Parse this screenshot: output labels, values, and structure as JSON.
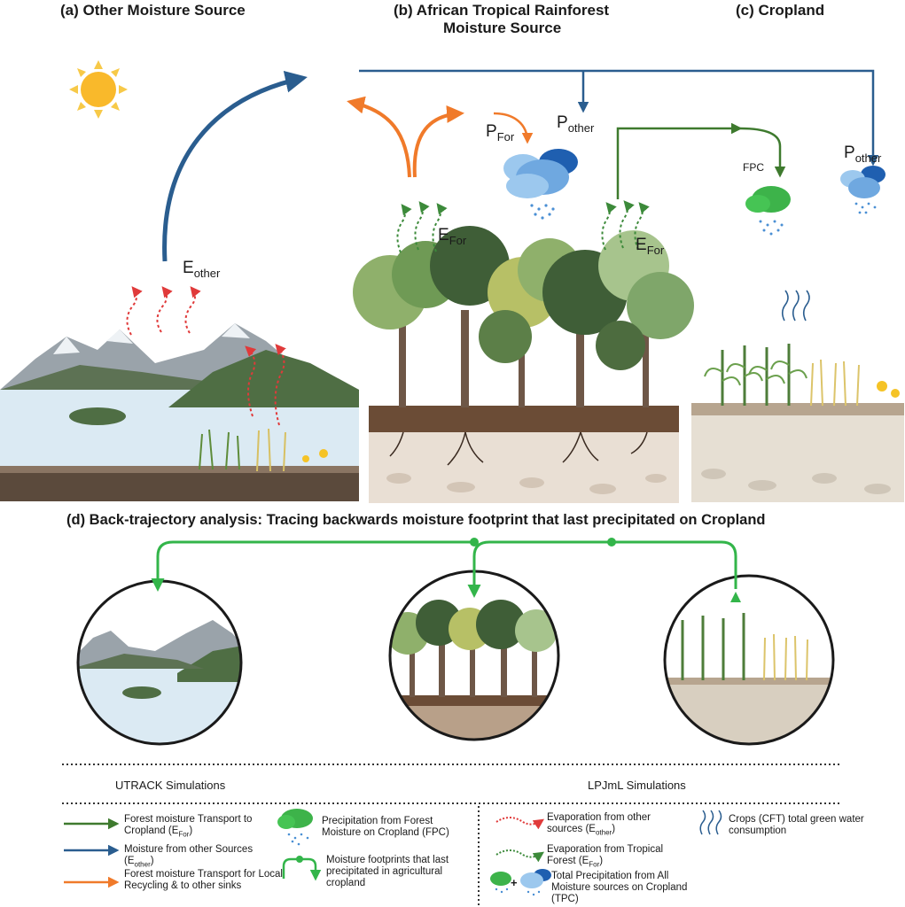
{
  "panels": {
    "a_title": "(a) Other Moisture Source",
    "b_title_line1": "(b)  African Tropical Rainforest",
    "b_title_line2": "Moisture Source",
    "c_title": "(c)  Cropland",
    "d_title": "(d) Back-trajectory analysis: Tracing backwards moisture footprint that last precipitated on Cropland"
  },
  "labels": {
    "e_other": {
      "main": "E",
      "sub": "other"
    },
    "p_for": {
      "main": "P",
      "sub": "For"
    },
    "p_other_b": {
      "main": "P",
      "sub": "other"
    },
    "e_for_left": {
      "main": "E",
      "sub": "For"
    },
    "e_for_right": {
      "main": "E",
      "sub": "For"
    },
    "fpc": "FPC",
    "p_other_c": {
      "main": "P",
      "sub": "other"
    }
  },
  "simulations": {
    "utrack": "UTRACK  Simulations",
    "lpjml": "LPJmL  Simulations"
  },
  "legend": {
    "forest_transport": {
      "text": "Forest  moisture Transport to Cropland (E",
      "sub": "For",
      "end": ")"
    },
    "other_sources": {
      "text": "Moisture from other Sources (E",
      "sub": "other",
      "end": ")"
    },
    "local_recycling": "Forest  moisture Transport for Local Recycling & to other sinks",
    "fpc_precip": "Precipitation from Forest Moisture on Cropland (FPC)",
    "footprints": "Moisture footprints that last precipitated in agricultural cropland",
    "evap_other": {
      "text": "Evaporation from other sources (E",
      "sub": "other",
      "end": ")"
    },
    "evap_forest": {
      "text": "Evaporation from Tropical Forest (E",
      "sub": "For",
      "end": ")"
    },
    "tpc": "Total Precipitation from All Moisture sources on Cropland (TPC)",
    "crops": "Crops (CFT) total green water consumption",
    "plus": "+"
  },
  "colors": {
    "blue_arrow": "#2a5d8f",
    "orange_arrow": "#f07a2a",
    "dark_green_arrow": "#3e7a2e",
    "bright_green": "#33b54a",
    "evap_red": "#e03a3a",
    "evap_green": "#3c8a3a"
  }
}
